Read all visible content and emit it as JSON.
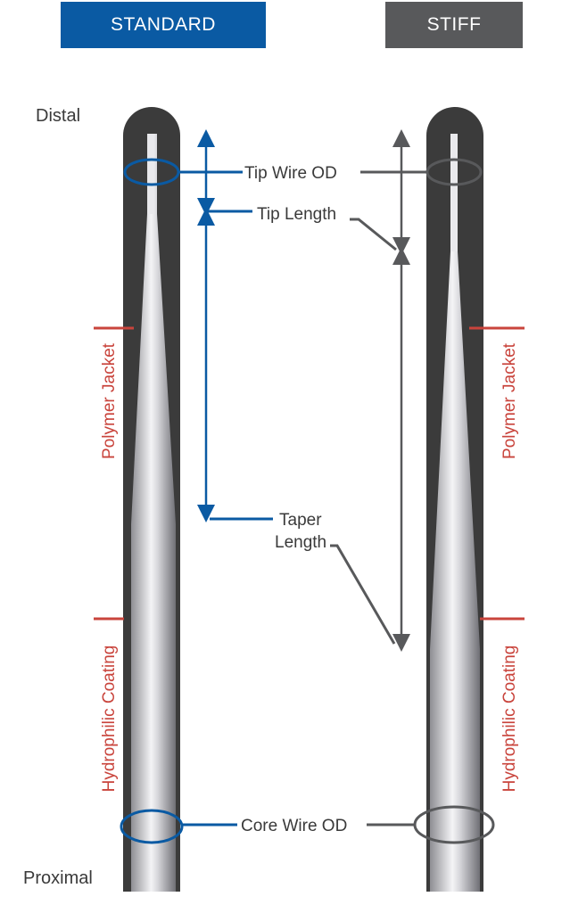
{
  "headers": {
    "standard": "STANDARD",
    "stiff": "STIFF"
  },
  "colors": {
    "standard": "#0a5aa3",
    "stiff": "#58595b",
    "label_red": "#c9443c",
    "jacket": "#3b3b3b"
  },
  "labels": {
    "distal": "Distal",
    "proximal": "Proximal",
    "tip_wire_od": "Tip Wire OD",
    "tip_length": "Tip Length",
    "taper_line1": "Taper",
    "taper_line2": "Length",
    "core_wire_od": "Core Wire OD",
    "polymer_jacket": "Polymer Jacket",
    "hydrophilic_coating": "Hydrophilic Coating"
  }
}
